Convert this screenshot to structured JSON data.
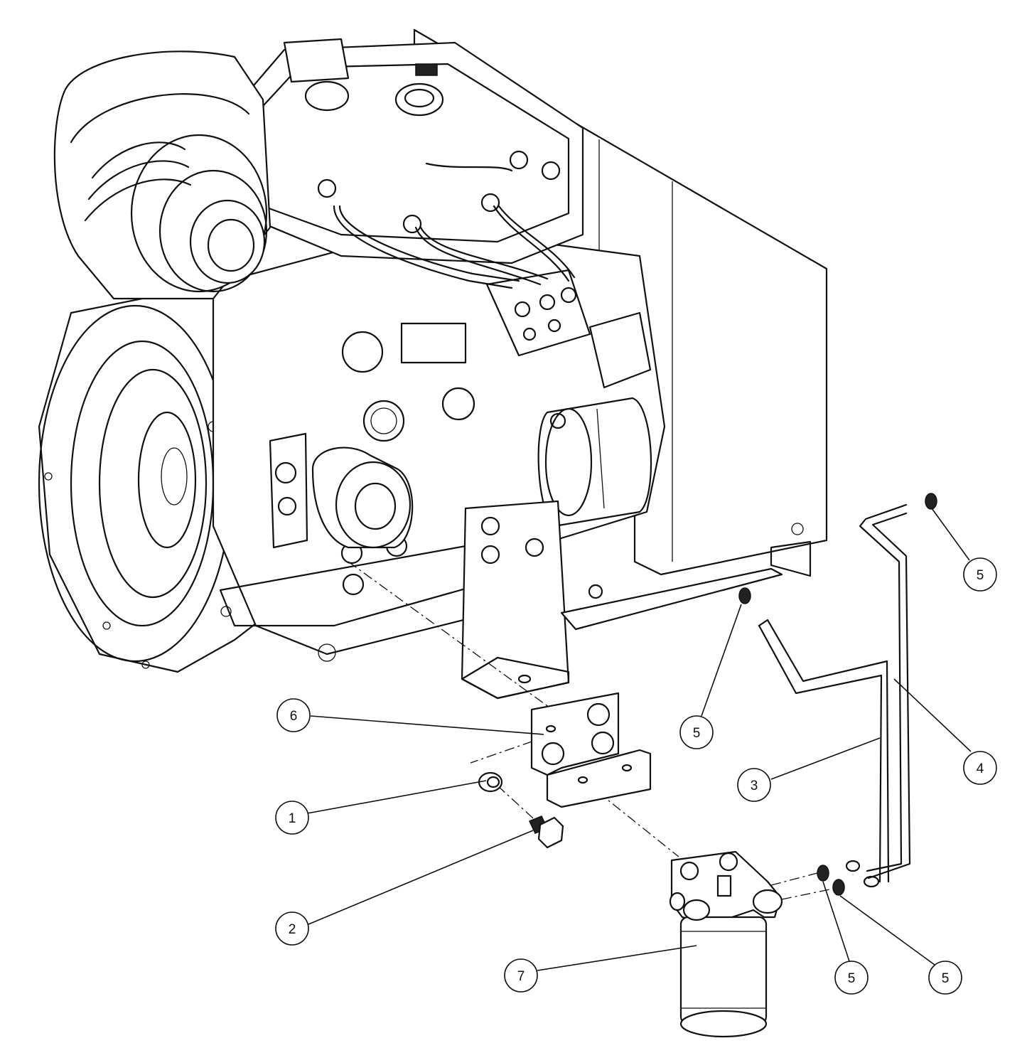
{
  "callouts": [
    {
      "id": "c1",
      "label": "1"
    },
    {
      "id": "c2",
      "label": "2"
    },
    {
      "id": "c3",
      "label": "3"
    },
    {
      "id": "c4",
      "label": "4"
    },
    {
      "id": "c5a",
      "label": "5"
    },
    {
      "id": "c5b",
      "label": "5"
    },
    {
      "id": "c5c",
      "label": "5"
    },
    {
      "id": "c5d",
      "label": "5"
    },
    {
      "id": "c6",
      "label": "6"
    },
    {
      "id": "c7",
      "label": "7"
    }
  ]
}
